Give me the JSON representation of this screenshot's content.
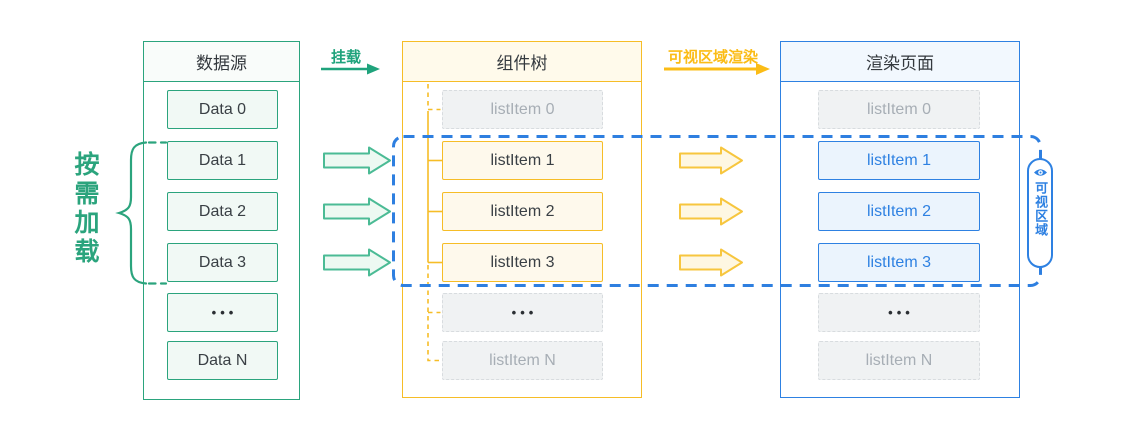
{
  "annotations": {
    "on_demand_label": "按需加载",
    "mount_label": "挂载",
    "viewport_render_label": "可视区域渲染",
    "viewport_badge_label": "可视区域"
  },
  "datasource": {
    "title": "数据源",
    "items": [
      "Data 0",
      "Data 1",
      "Data 2",
      "Data 3",
      "•••",
      "Data N"
    ]
  },
  "component_tree": {
    "title": "组件树",
    "items": [
      "listItem 0",
      "listItem 1",
      "listItem 2",
      "listItem 3",
      "•••",
      "listItem N"
    ]
  },
  "render_page": {
    "title": "渲染页面",
    "items": [
      "listItem 0",
      "listItem 1",
      "listItem 2",
      "listItem 3",
      "•••",
      "listItem N"
    ]
  },
  "colors": {
    "green": "#2BA47D",
    "green_item_fill": "#F1F9F5",
    "green_header_fill": "#F9FCFA",
    "yellow": "#F6BD27",
    "yellow_item_fill": "#FEF9EC",
    "yellow_header_fill": "#FFFAEB",
    "yellow_label": "#FBBC16",
    "blue": "#2E81E2",
    "blue_item_fill": "#EBF4FD",
    "blue_header_fill": "#F2F8FE",
    "viewport_dash_blue": "#2E7FE0",
    "ghost_fill": "#F0F2F3",
    "ghost_border": "#D8DCDF",
    "ghost_text": "#A7AEB5",
    "dark_text": "#3A4045"
  }
}
